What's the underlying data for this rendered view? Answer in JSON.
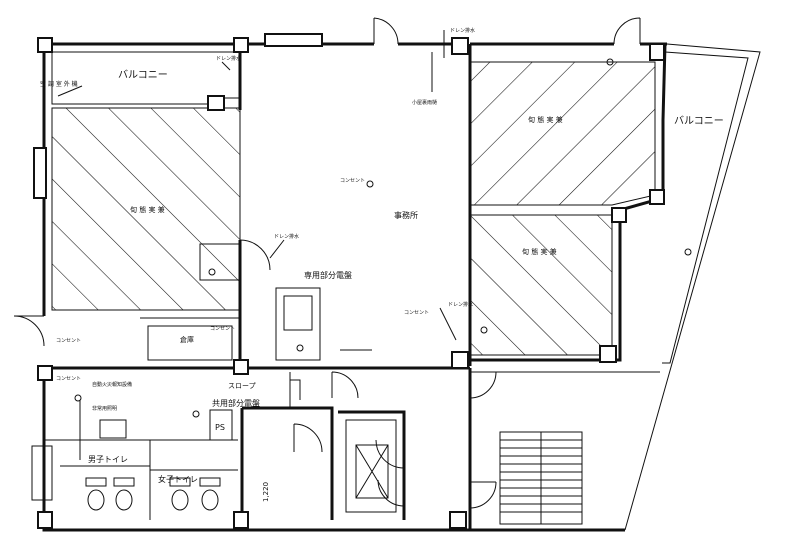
{
  "rooms": {
    "balcony_left": "バルコニー",
    "balcony_right": "バルコニー",
    "office": "事務所",
    "west_area": "旬 態 実 兼",
    "ne_area": "旬 態 実 兼",
    "se_area": "旬 態 実 兼",
    "small_room": "倉庫",
    "men_toilet": "男子トイレ",
    "women_toilet": "女子トイレ",
    "ps": "PS",
    "slope": "スロープ"
  },
  "annotations": {
    "outdoor_unit": "空 調 室 外 機",
    "panel_exclusive": "専用部分電盤",
    "panel_shared": "共用部分電盤",
    "drain_top": "ドレン排水",
    "drain_top_right": "ドレン排水",
    "drain_mid": "ドレン排水",
    "drain_right": "ドレン排水",
    "ceiling_cassette": "小屋裏雨樋",
    "outlet_1": "コンセント",
    "outlet_2": "コンセント",
    "outlet_3": "コンセント",
    "outlet_4": "コンセント",
    "outlet_5": "コンセント",
    "sprinkler_note_1": "自動火災報知設備",
    "sprinkler_note_2": "非常用照明",
    "dim_value": "1,220"
  },
  "colors": {
    "line": "#111111",
    "background": "#ffffff"
  }
}
